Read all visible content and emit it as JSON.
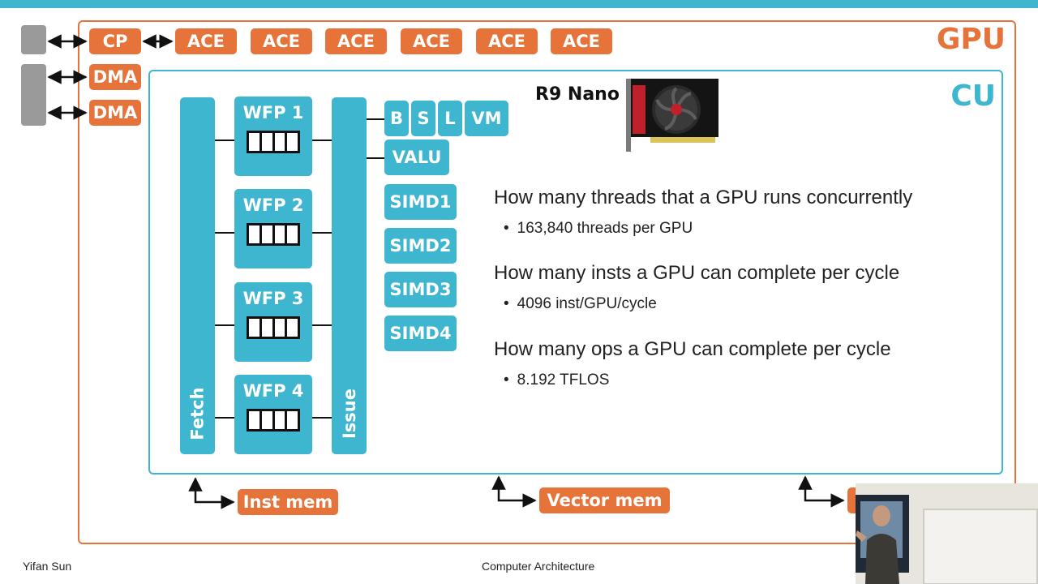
{
  "diagram": {
    "gpu_label": "GPU",
    "cu_label": "CU",
    "cp_label": "CP",
    "ace_labels": [
      "ACE",
      "ACE",
      "ACE",
      "ACE",
      "ACE",
      "ACE"
    ],
    "dma_labels": [
      "DMA",
      "DMA"
    ],
    "fetch_label": "Fetch",
    "issue_label": "Issue",
    "wfp_labels": [
      "WFP 1",
      "WFP 2",
      "WFP 3",
      "WFP 4"
    ],
    "exec_units": {
      "b": "B",
      "s": "S",
      "l": "L",
      "vm": "VM",
      "valu": "VALU",
      "simd": [
        "SIMD1",
        "SIMD2",
        "SIMD3",
        "SIMD4"
      ]
    },
    "memories": [
      "Inst mem",
      "Vector mem"
    ],
    "colors": {
      "orange": "#e6743a",
      "teal": "#3fb6cf",
      "grey": "#9a9a9a"
    }
  },
  "product": {
    "name": "R9 Nano",
    "card_icon": "graphics-card-photo"
  },
  "questions": [
    {
      "question": "How many threads that a GPU runs concurrently",
      "answer": "163,840 threads per GPU"
    },
    {
      "question": "How many insts a GPU can complete per cycle",
      "answer": "4096 inst/GPU/cycle"
    },
    {
      "question": "How many ops a GPU can complete per cycle",
      "answer": "8.192 TFLOS"
    }
  ],
  "footer": {
    "author": "Yifan Sun",
    "course": "Computer Architecture"
  }
}
